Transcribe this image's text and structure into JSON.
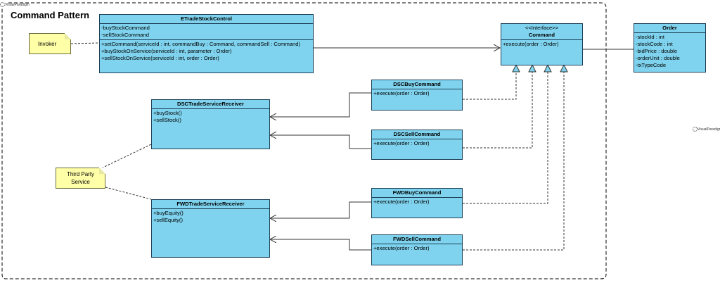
{
  "diagram": {
    "title": "Command Pattern",
    "watermark": "VisualParadigm"
  },
  "classes": {
    "etrade": {
      "name": "ETradeStockControl",
      "attributes": [
        "-buyStockCommand",
        "-sellStockCommand"
      ],
      "operations": [
        "+setCommand(serviceId : int, commandBuy : Command, commandSell : Command)",
        "+buyStockOnService(serviceId : int, parameter : Order)",
        "+sellStockOnService(serviceId : int, order : Order)"
      ]
    },
    "command": {
      "stereotype": "<<Interface>>",
      "name": "Command",
      "operations": [
        "+execute(order : Order)"
      ]
    },
    "order": {
      "name": "Order",
      "attributes": [
        "-stockId : int",
        "-stockCode : int",
        "-bidPrice : double",
        "-orderUnit : double",
        "-txTypeCode"
      ]
    },
    "dsc_buy": {
      "name": "DSCBuyCommand",
      "operations": [
        "+execute(order : Order)"
      ]
    },
    "dsc_sell": {
      "name": "DSCSellCommand",
      "operations": [
        "+execute(order : Order)"
      ]
    },
    "fwd_buy": {
      "name": "FWDBuyCommand",
      "operations": [
        "+execute(order : Order)"
      ]
    },
    "fwd_sell": {
      "name": "FWDSellCommand",
      "operations": [
        "+execute(order : Order)"
      ]
    },
    "dsc_receiver": {
      "name": "DSCTradeServiceReceiver",
      "operations": [
        "+buyStock()",
        "+sellStock()"
      ]
    },
    "fwd_receiver": {
      "name": "FWDTradeServiceReceiver",
      "operations": [
        "+buyEquity()",
        "+sellEquity()"
      ]
    }
  },
  "notes": {
    "invoker": "Invoker",
    "third_party_line1": "Third Party",
    "third_party_line2": "Service"
  },
  "colors": {
    "class_fill": "#7fd3ee",
    "class_border": "#1c3f57",
    "note_fill": "#ffffa8"
  }
}
